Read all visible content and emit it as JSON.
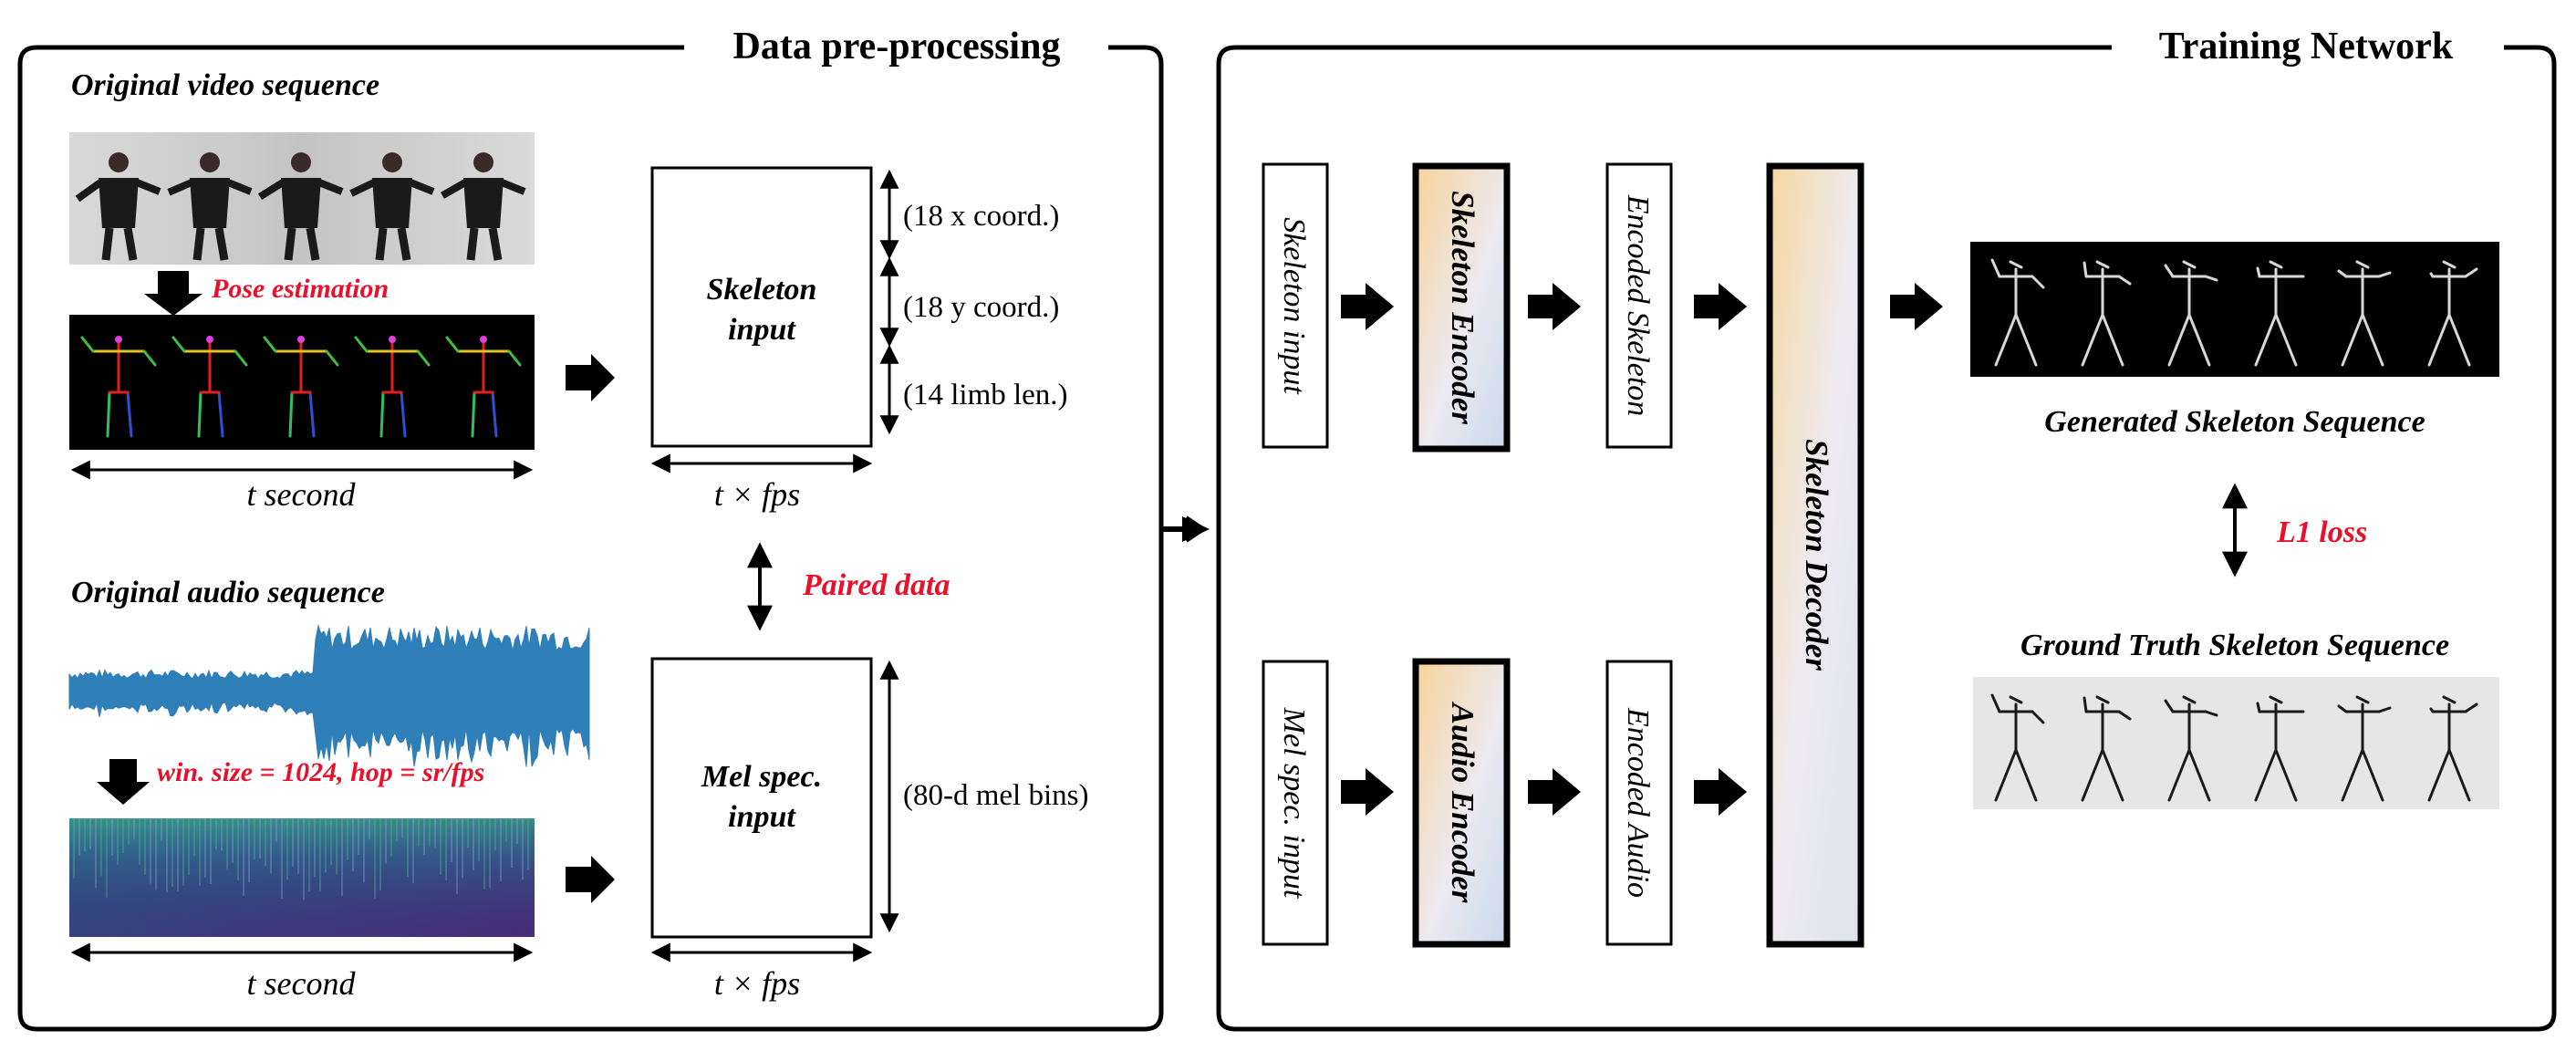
{
  "panels": {
    "preprocessing": {
      "title": "Data pre-processing",
      "video_title": "Original video sequence",
      "pose_label": "Pose estimation",
      "video_duration": "t second",
      "skeleton_box": [
        "Skeleton",
        "input"
      ],
      "skeleton_dims": [
        "(18 x coord.)",
        "(18 y coord.)",
        "(14 limb len.)"
      ],
      "skeleton_width": "t × fps",
      "paired_label": "Paired data",
      "audio_title": "Original audio sequence",
      "stft_label": "win. size = 1024, hop = sr/fps",
      "audio_duration": "t second",
      "mel_box": [
        "Mel spec.",
        "input"
      ],
      "mel_dim": "(80-d mel bins)",
      "mel_width": "t × fps"
    },
    "training": {
      "title": "Training Network",
      "skeleton_input": "Skeleton input",
      "skeleton_encoder": "Skeleton Encoder",
      "encoded_skeleton": "Encoded Skeleton",
      "mel_input": "Mel spec. input",
      "audio_encoder": "Audio Encoder",
      "encoded_audio": "Encoded Audio",
      "skeleton_decoder": "Skeleton Decoder",
      "generated_title": "Generated Skeleton Sequence",
      "loss_label": "L1 loss",
      "ground_truth_title": "Ground Truth Skeleton Sequence"
    }
  },
  "colors": {
    "accent_red": "#e8102a",
    "waveform": "#2f7fb9",
    "spectrogram": "#3b3f8f"
  }
}
